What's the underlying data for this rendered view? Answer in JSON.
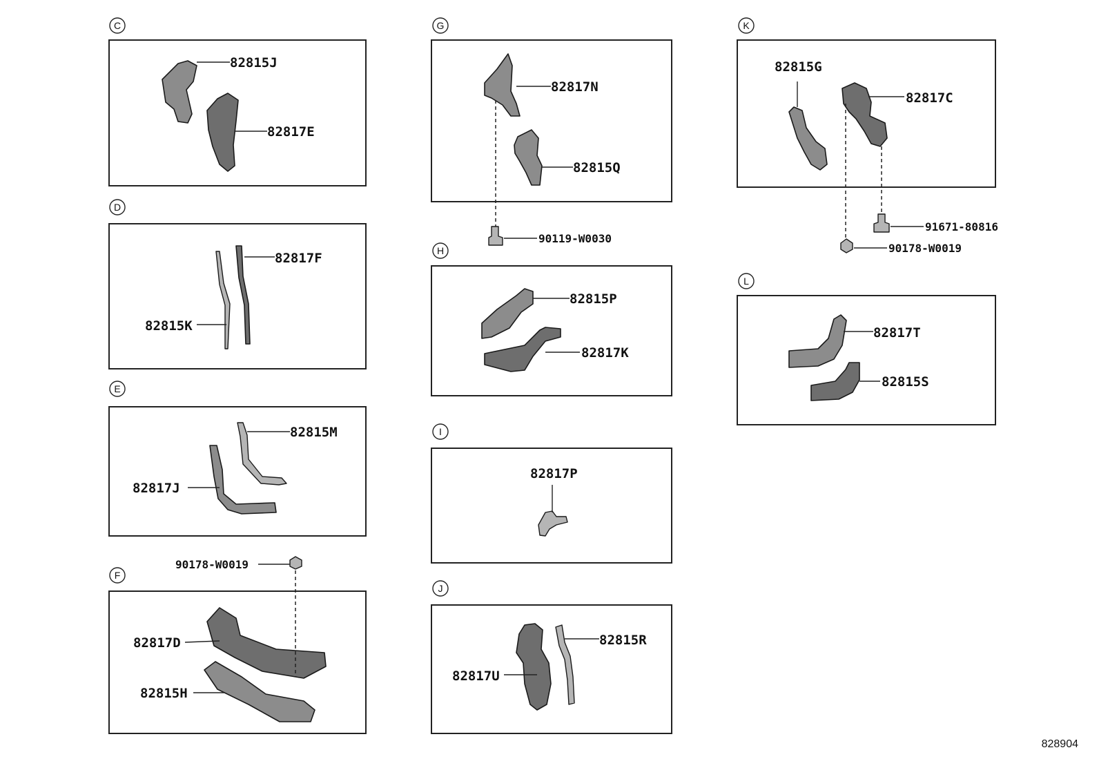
{
  "sections": [
    {
      "letter": "C",
      "parts": [
        "82815J",
        "82817E"
      ]
    },
    {
      "letter": "D",
      "parts": [
        "82817F",
        "82815K"
      ]
    },
    {
      "letter": "E",
      "parts": [
        "82815M",
        "82817J"
      ]
    },
    {
      "letter": "F",
      "parts": [
        "90178-W0019",
        "82817D",
        "82815H"
      ]
    },
    {
      "letter": "G",
      "parts": [
        "82817N",
        "82815Q",
        "90119-W0030"
      ]
    },
    {
      "letter": "H",
      "parts": [
        "82815P",
        "82817K"
      ]
    },
    {
      "letter": "I",
      "parts": [
        "82817P"
      ]
    },
    {
      "letter": "J",
      "parts": [
        "82815R",
        "82817U"
      ]
    },
    {
      "letter": "K",
      "parts": [
        "82815G",
        "82817C",
        "91671-80816",
        "90178-W0019"
      ]
    },
    {
      "letter": "L",
      "parts": [
        "82817T",
        "82815S"
      ]
    }
  ],
  "figure_number": "828904"
}
